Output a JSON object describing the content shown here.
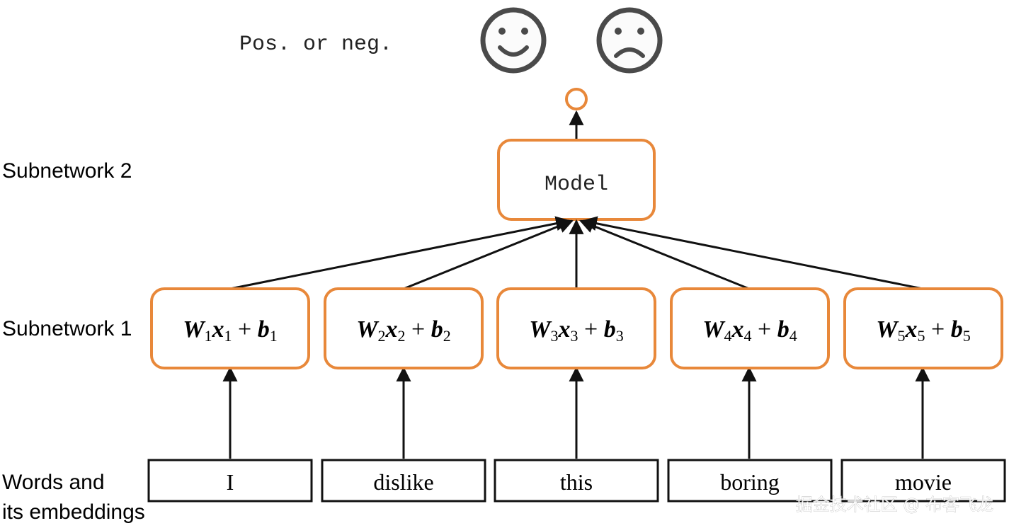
{
  "output_label": "Pos. or neg.",
  "output_icons": [
    "smiling-face-icon",
    "frowning-face-icon"
  ],
  "model_label": "Model",
  "row_labels": {
    "subnetwork2": "Subnetwork 2",
    "subnetwork1": "Subnetwork 1",
    "words_line1": "Words and",
    "words_line2": "its embeddings"
  },
  "subnetwork1_nodes": [
    {
      "index": "1"
    },
    {
      "index": "2"
    },
    {
      "index": "3"
    },
    {
      "index": "4"
    },
    {
      "index": "5"
    }
  ],
  "words": [
    "I",
    "dislike",
    "this",
    "boring",
    "movie"
  ],
  "watermark": "掘金技术社区 @ 布客飞龙",
  "colors": {
    "node_border": "#e8883a",
    "arrow": "#111111",
    "face": "#4a4a4a",
    "word_box_border": "#111111"
  }
}
